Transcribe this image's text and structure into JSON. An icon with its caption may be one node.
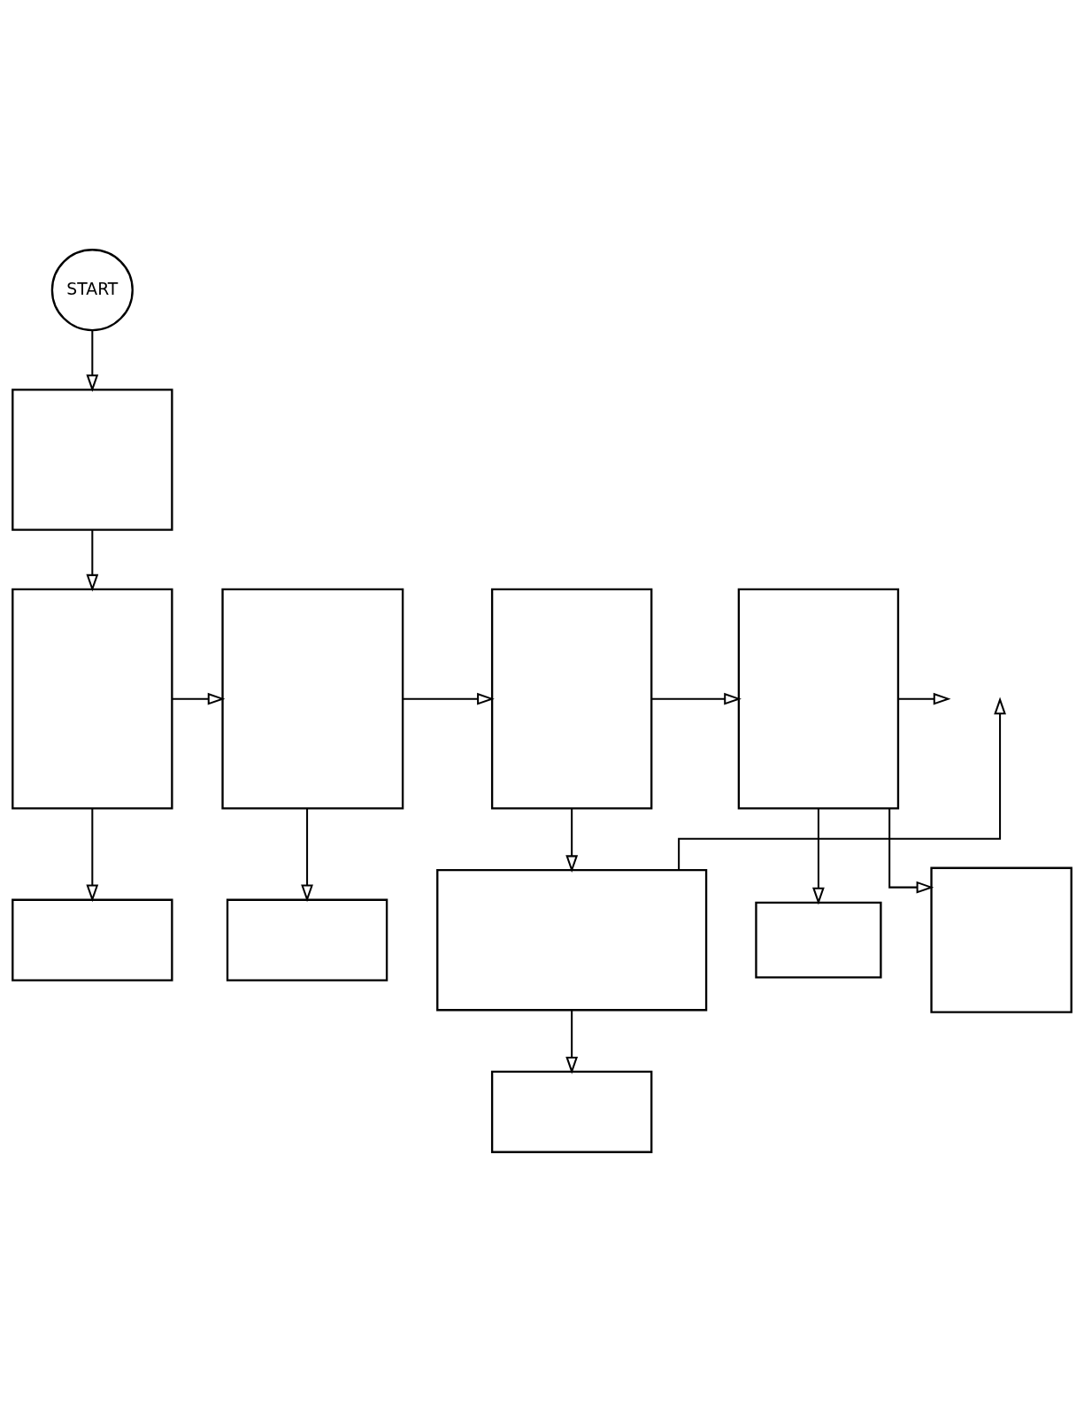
{
  "diagram": {
    "nodes": [
      {
        "text": [
          "START"
        ]
      },
      {
        "text": [],
        "shape": "box"
      },
      {
        "text": [],
        "shape": "box"
      },
      {
        "text": [],
        "shape": "box"
      },
      {
        "text": [],
        "shape": "box"
      },
      {
        "text": [],
        "shape": "box"
      },
      {
        "text": [],
        "shape": "box"
      },
      {
        "text": [],
        "shape": "box"
      },
      {
        "text": [],
        "shape": "box"
      },
      {
        "text": [],
        "shape": "box"
      },
      {
        "text": [],
        "shape": "box"
      },
      {
        "text": [],
        "shape": "box"
      }
    ],
    "edges": [
      {
        "from": 0,
        "to": 1,
        "arrow": "to"
      },
      {
        "from": 1,
        "to": 2,
        "arrow": "to"
      },
      {
        "from": 2,
        "to": 3,
        "arrow": "to"
      },
      {
        "from": 3,
        "to": 4,
        "arrow": "to"
      },
      {
        "from": 4,
        "to": 5,
        "arrow": "to"
      },
      {
        "from": 5,
        "to": null,
        "arrow": "to"
      },
      {
        "from": 2,
        "to": 6,
        "arrow": "to"
      },
      {
        "from": 3,
        "to": 7,
        "arrow": "to"
      },
      {
        "from": 4,
        "to": 8,
        "arrow": "to"
      },
      {
        "from": 8,
        "to": null,
        "arrow": "to"
      },
      {
        "from": 8,
        "to": 9,
        "arrow": "to"
      },
      {
        "from": 5,
        "to": 10,
        "arrow": "to"
      },
      {
        "from": 5,
        "to": 11,
        "arrow": "to"
      }
    ]
  }
}
